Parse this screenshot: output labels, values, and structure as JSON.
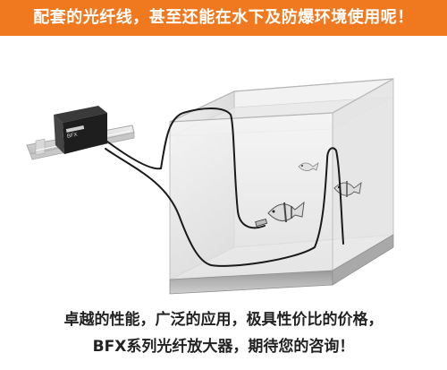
{
  "banner": {
    "text": "配套的光纤线，甚至还能在水下及防爆环境使用呢！",
    "color": "#f0781e"
  },
  "illustration": {
    "amplifier_label": "BFX"
  },
  "caption": {
    "line1": "卓越的性能，广泛的应用，极具性价比的价格，",
    "line2": "BFX系列光纤放大器，期待您的咨询！"
  }
}
